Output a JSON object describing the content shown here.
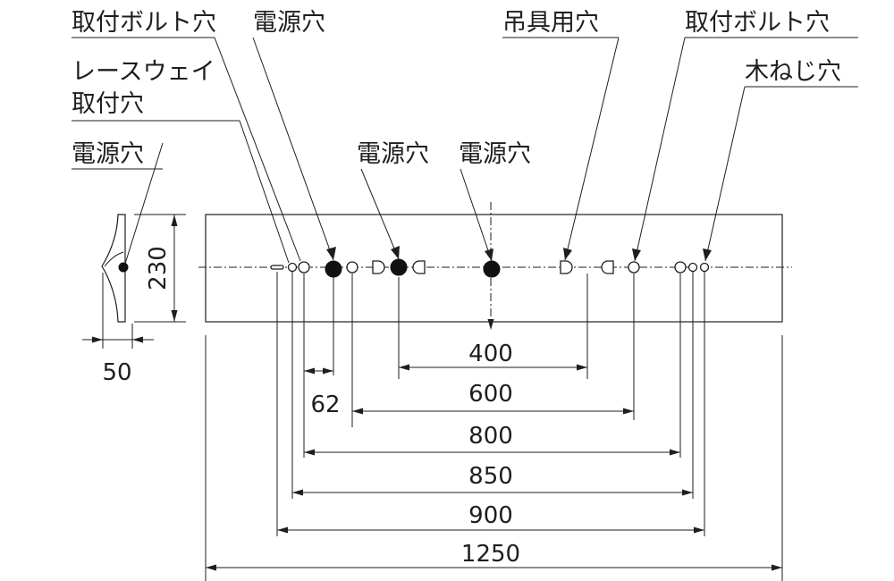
{
  "labels": {
    "bolt_hole_left": "取付ボルト穴",
    "power_hole_top": "電源穴",
    "hanger_hole": "吊具用穴",
    "bolt_hole_right": "取付ボルト穴",
    "wood_screw_hole": "木ねじ穴",
    "raceway_line1": "レースウェイ",
    "raceway_line2": "取付穴",
    "power_hole_side": "電源穴",
    "power_hole_mid": "電源穴",
    "power_hole_center": "電源穴"
  },
  "dimensions": {
    "height": "230",
    "depth": "50",
    "d62": "62",
    "d400": "400",
    "d600": "600",
    "d800": "800",
    "d850": "850",
    "d900": "900",
    "d1250": "1250"
  }
}
